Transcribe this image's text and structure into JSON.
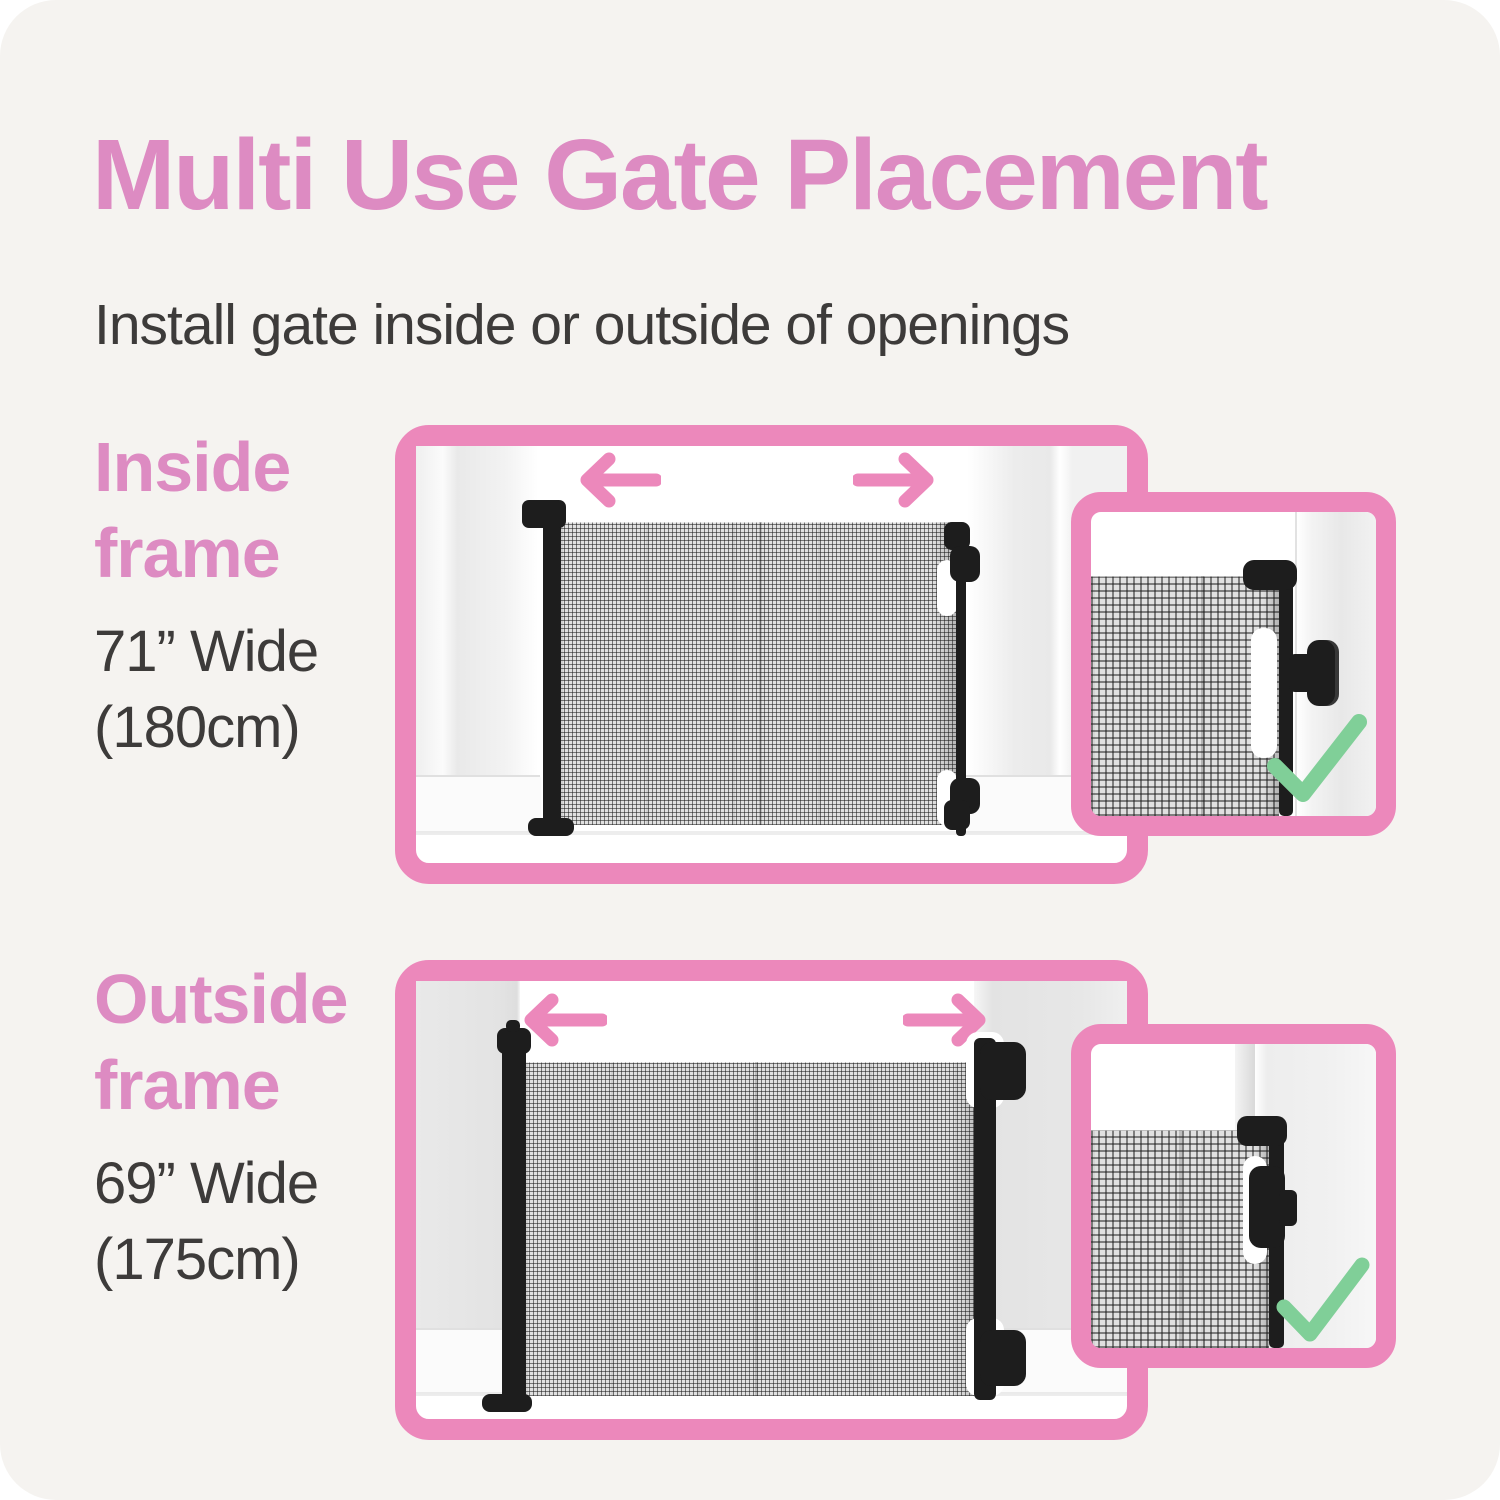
{
  "colors": {
    "pink_text": "#dd8bc2",
    "pink_shape": "#ec88bb",
    "dark_text": "#3d3b3a",
    "green_check": "#80cf98",
    "background": "#f5f3f0",
    "panel_bg": "#ffffff"
  },
  "header": {
    "title": "Multi Use Gate Placement",
    "subtitle": "Install gate inside or outside of openings"
  },
  "sections": [
    {
      "id": "inside-frame",
      "label_line1": "Inside",
      "label_line2": "frame",
      "width_imperial": "71” Wide",
      "width_metric": "(180cm)",
      "result": "correct-placement"
    },
    {
      "id": "outside-frame",
      "label_line1": "Outside",
      "label_line2": "frame",
      "width_imperial": "69” Wide",
      "width_metric": "(175cm)",
      "result": "correct-placement"
    }
  ],
  "icons": {
    "arrow_left": "extend-gate-left-arrow",
    "arrow_right": "extend-gate-right-arrow",
    "checkmark": "correct-placement-checkmark"
  }
}
